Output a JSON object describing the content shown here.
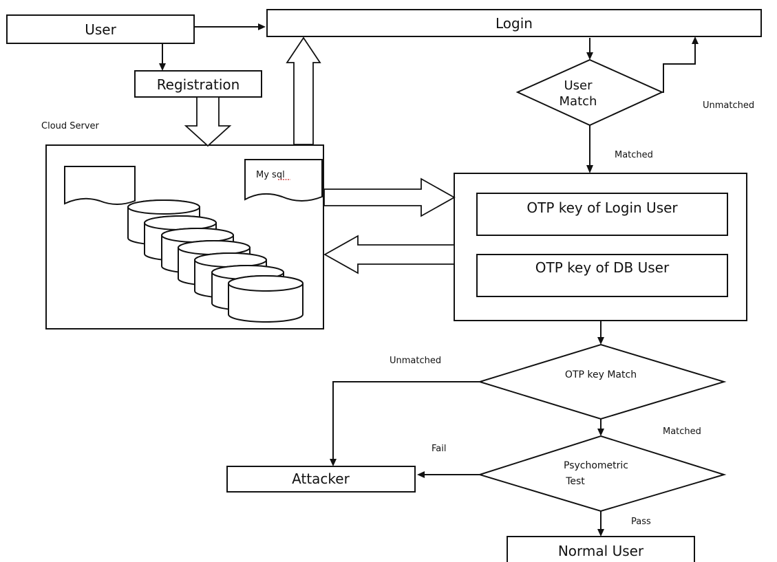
{
  "nodes": {
    "user": "User",
    "login": "Login",
    "registration": "Registration",
    "cloud_server": "Cloud Server",
    "mysql_prefix": "My ",
    "mysql_suffix": "sql",
    "user_match_line1": "User",
    "user_match_line2": "Match",
    "otp_login": "OTP key of Login User",
    "otp_db": "OTP key of DB User",
    "otp_match": "OTP key Match",
    "psychometric_line1": "Psychometric",
    "psychometric_line2": "Test",
    "attacker": "Attacker",
    "normal_user": "Normal User"
  },
  "edge_labels": {
    "unmatched_login": "Unmatched",
    "matched_user": "Matched",
    "unmatched_otp": "Unmatched",
    "matched_otp": "Matched",
    "fail": "Fail",
    "pass": "Pass"
  },
  "colors": {
    "stroke": "#111111",
    "background": "#ffffff",
    "misspell_underline": "#cc2222"
  }
}
